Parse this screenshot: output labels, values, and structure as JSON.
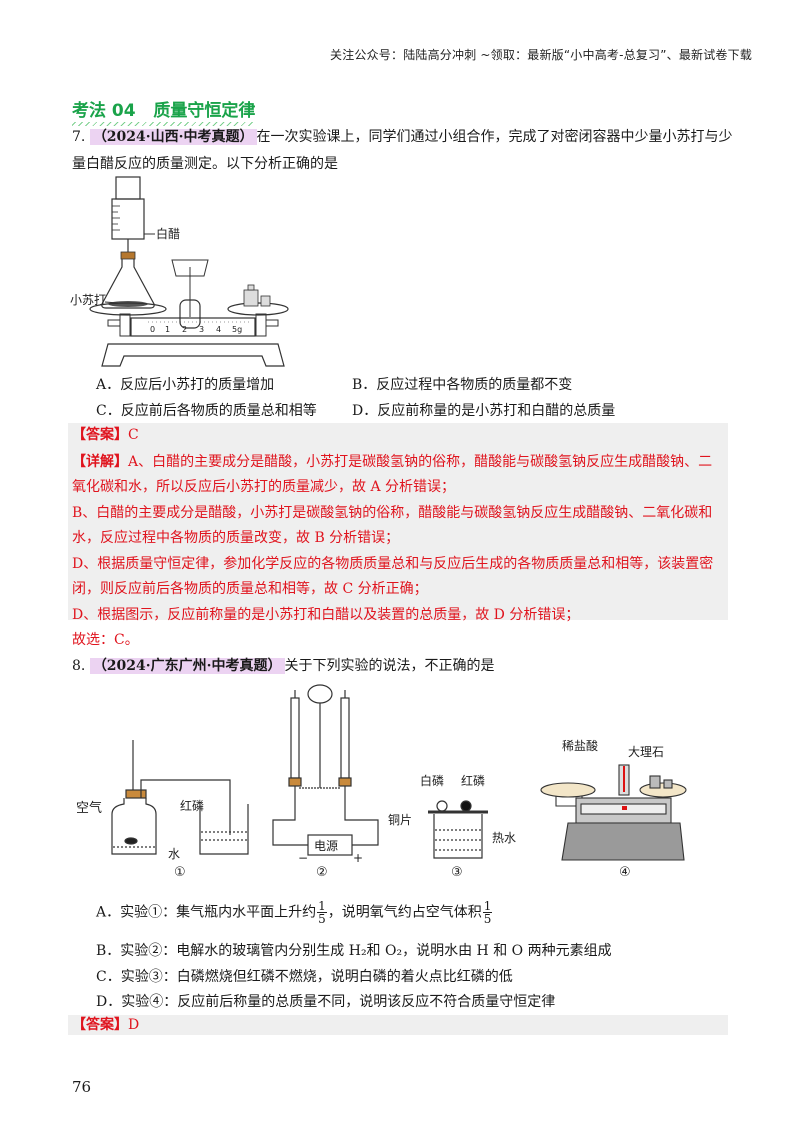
{
  "header": {
    "note": "关注公众号：陆陆高分冲刺  ~领取：最新版“小中高考-总复习”、最新试卷下载"
  },
  "section": {
    "title": "考法 04   质量守恒定律"
  },
  "q7": {
    "number": "7.",
    "source": "（2024·山西·中考真题）",
    "stem_line1": "在一次实验课上，同学们通过小组合作，完成了对密闭容器中少量小苏打与少",
    "stem_line2": "量白醋反应的质量测定。以下分析正确的是",
    "figure": {
      "labels": {
        "vinegar": "白醋",
        "baking_soda": "小苏打"
      },
      "scale_ticks": [
        "0",
        "1",
        "2",
        "3",
        "4",
        "5g"
      ]
    },
    "options": [
      {
        "key": "A",
        "text": "A．反应后小苏打的质量增加"
      },
      {
        "key": "B",
        "text": "B．反应过程中各物质的质量都不变"
      },
      {
        "key": "C",
        "text": "C．反应前后各物质的质量总和相等"
      },
      {
        "key": "D",
        "text": "D．反应前称量的是小苏打和白醋的总质量"
      }
    ],
    "answer_label": "【答案】",
    "answer": "C",
    "detail_label": "【详解】",
    "detail_lines": [
      "A、白醋的主要成分是醋酸，小苏打是碳酸氢钠的俗称，醋酸能与碳酸氢钠反应生成醋酸钠、二",
      "氧化碳和水，所以反应后小苏打的质量减少，故 A 分析错误；",
      "B、白醋的主要成分是醋酸，小苏打是碳酸氢钠的俗称，醋酸能与碳酸氢钠反应生成醋酸钠、二氧化碳和",
      "水，反应过程中各物质的质量改变，故 B 分析错误；",
      "D、根据质量守恒定律，参加化学反应的各物质质量总和与反应后生成的各物质质量总和相等，该装置密",
      "闭，则反应前后各物质的质量总和相等，故 C 分析正确；",
      "D、根据图示，反应前称量的是小苏打和白醋以及装置的总质量，故 D 分析错误；"
    ],
    "conclusion": "故选：C。"
  },
  "q8": {
    "number": "8.",
    "source": "（2024·广东广州·中考真题）",
    "stem": "关于下列实验的说法，不正确的是",
    "figures": [
      {
        "id": "①",
        "labels": [
          "空气",
          "红磷",
          "水"
        ]
      },
      {
        "id": "②",
        "labels": [
          "电源",
          "−",
          "+"
        ]
      },
      {
        "id": "③",
        "labels": [
          "白磷",
          "红磷",
          "铜片",
          "热水"
        ]
      },
      {
        "id": "④",
        "labels": [
          "稀盐酸",
          "大理石"
        ]
      }
    ],
    "options": [
      {
        "key": "A",
        "text_before": "A．实验①：集气瓶内水平面上升约",
        "frac1": [
          "1",
          "5"
        ],
        "text_mid": "，说明氧气约占空气体积",
        "frac2": [
          "1",
          "5"
        ]
      },
      {
        "key": "B",
        "text": "B．实验②：电解水的玻璃管内分别生成 H₂和 O₂，说明水由 H 和 O 两种元素组成"
      },
      {
        "key": "C",
        "text": "C．实验③：白磷燃烧但红磷不燃烧，说明白磷的着火点比红磷的低"
      },
      {
        "key": "D",
        "text": "D．实验④：反应前后称量的总质量不同，说明该反应不符合质量守恒定律"
      }
    ],
    "answer_label": "【答案】",
    "answer": "D"
  },
  "footer": {
    "page_number": "76"
  }
}
